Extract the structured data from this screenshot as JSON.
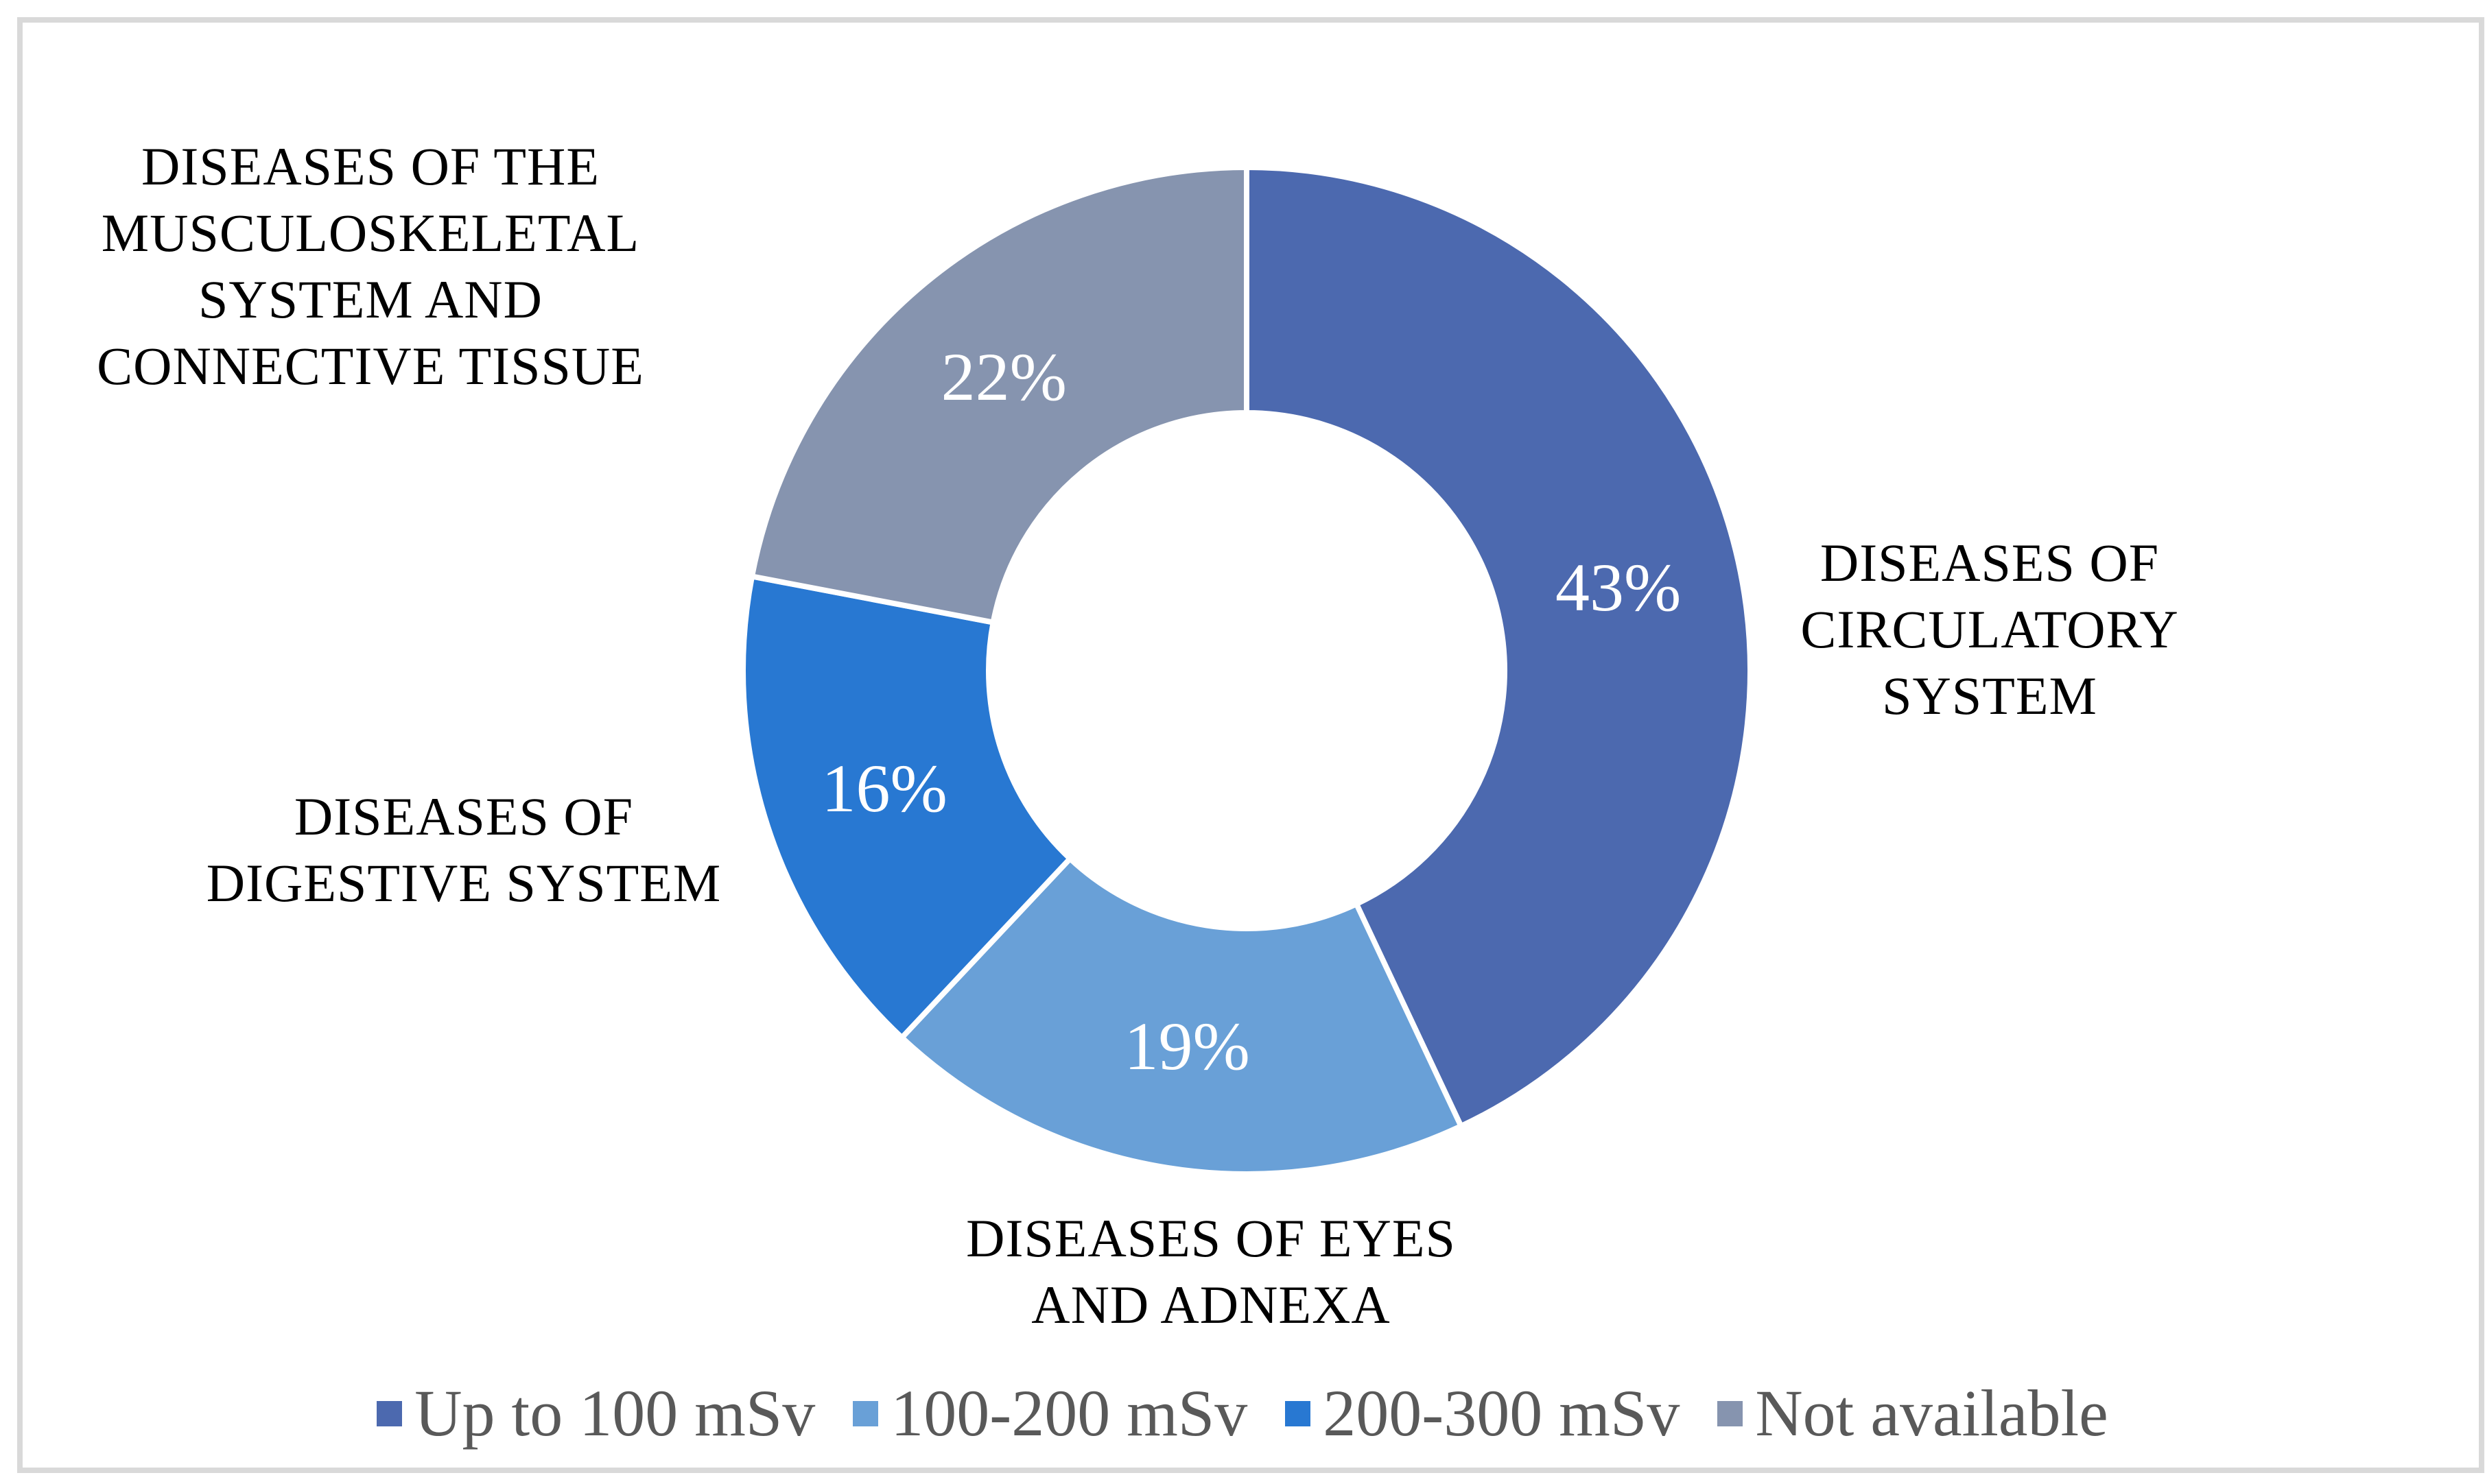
{
  "chart_data": {
    "type": "pie",
    "subtype": "donut",
    "title": "",
    "legend_position": "bottom",
    "colors": {
      "separator": "#FFFFFF",
      "background": "#FFFFFF",
      "border": "#D9D9D9",
      "category_text": "#000000",
      "percent_text": "#FFFFFF",
      "legend_text": "#595959"
    },
    "slices": [
      {
        "label": "DISEASES OF CIRCULATORY SYSTEM",
        "label_lines": [
          "DISEASES OF",
          "CIRCULATORY",
          "SYSTEM"
        ],
        "value_pct": 43,
        "pct_label": "43%",
        "color": "#4C69AF",
        "legend": "Up to 100 mSv"
      },
      {
        "label": "DISEASES OF EYES AND ADNEXA",
        "label_lines": [
          "DISEASES OF EYES",
          "AND ADNEXA"
        ],
        "value_pct": 19,
        "pct_label": "19%",
        "color": "#69A0D7",
        "legend": "100-200 mSv"
      },
      {
        "label": "DISEASES OF DIGESTIVE SYSTEM",
        "label_lines": [
          "DISEASES OF",
          "DIGESTIVE SYSTEM"
        ],
        "value_pct": 16,
        "pct_label": "16%",
        "color": "#2878D2",
        "legend": "200-300 mSv"
      },
      {
        "label": "DISEASES OF THE MUSCULOSKELETAL SYSTEM AND CONNECTIVE TISSUE",
        "label_lines": [
          "DISEASES OF THE",
          "MUSCULOSKELETAL",
          "SYSTEM AND",
          "CONNECTIVE TISSUE"
        ],
        "value_pct": 22,
        "pct_label": "22%",
        "color": "#8694AF",
        "legend": "Not available"
      }
    ],
    "legend": [
      {
        "label": "Up to 100 mSv",
        "color": "#4C69AF"
      },
      {
        "label": "100-200 mSv",
        "color": "#69A0D7"
      },
      {
        "label": "200-300 mSv",
        "color": "#2878D2"
      },
      {
        "label": "Not available",
        "color": "#8694AF"
      }
    ]
  }
}
